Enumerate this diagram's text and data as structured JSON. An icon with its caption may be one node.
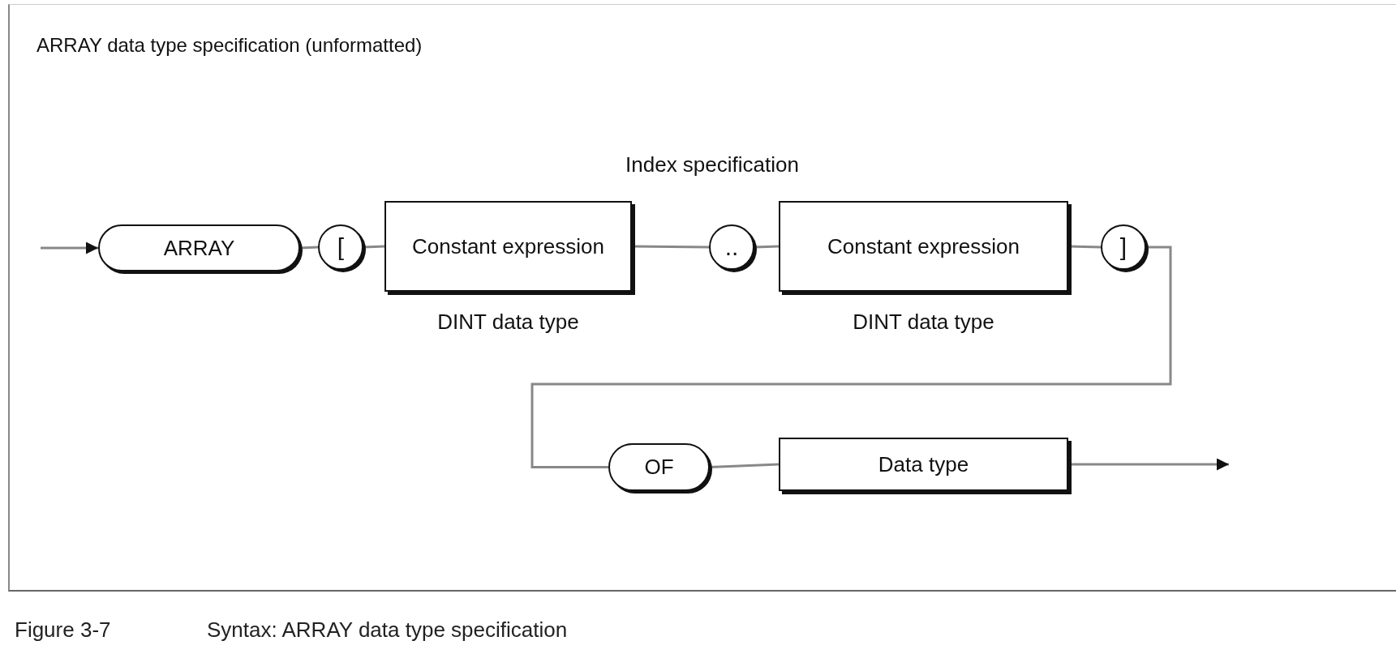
{
  "diagram": {
    "title": "ARRAY data type specification (unformatted)",
    "caption": "Syntax: ARRAY data type specification",
    "nodes": [
      {
        "text": [
          "ARRAY"
        ]
      },
      {
        "text": [
          "["
        ]
      },
      {
        "text": [
          "Constant expression"
        ],
        "beside": [
          "DINT data type"
        ]
      },
      {
        "text": [
          ".."
        ]
      },
      {
        "text": [
          "Constant expression"
        ],
        "beside": [
          "DINT data type"
        ]
      },
      {
        "text": [
          "]"
        ]
      },
      {
        "text": [
          "OF"
        ]
      },
      {
        "text": [
          "Data type"
        ]
      }
    ],
    "edges": [
      {
        "from": null,
        "to": 0,
        "arrow": "to"
      },
      {
        "from": 0,
        "to": 1,
        "arrow": "none"
      },
      {
        "from": 1,
        "to": 2,
        "arrow": "none"
      },
      {
        "from": 2,
        "to": 3,
        "arrow": "none"
      },
      {
        "from": 3,
        "to": 4,
        "arrow": "none"
      },
      {
        "from": 4,
        "to": 5,
        "arrow": "none"
      },
      {
        "from": 5,
        "to": 6,
        "arrow": "none"
      },
      {
        "from": 6,
        "to": 7,
        "arrow": "none"
      },
      {
        "from": 7,
        "to": null,
        "arrow": "to"
      }
    ],
    "labels": [
      "Index specification",
      "Figure 3-7"
    ]
  }
}
